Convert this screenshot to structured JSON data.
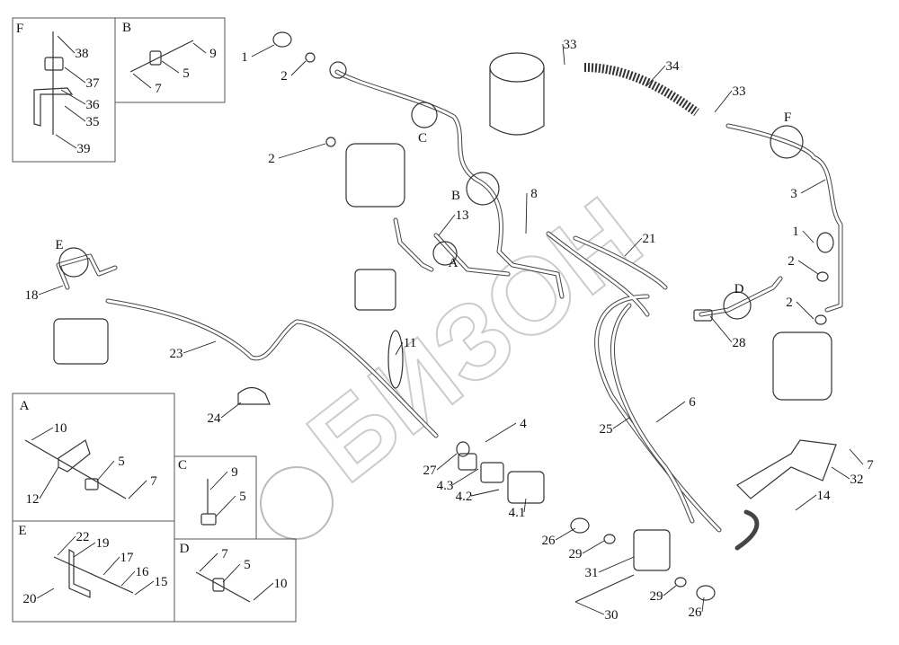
{
  "watermark": "БИЗОН",
  "detail_boxes": [
    {
      "id": "F",
      "label": "F",
      "callouts": [
        "38",
        "37",
        "36",
        "35",
        "39"
      ]
    },
    {
      "id": "B",
      "label": "B",
      "callouts": [
        "9",
        "5",
        "7"
      ]
    },
    {
      "id": "A",
      "label": "A",
      "callouts": [
        "10",
        "5",
        "7",
        "12"
      ]
    },
    {
      "id": "E",
      "label": "E",
      "callouts": [
        "22",
        "19",
        "17",
        "16",
        "15",
        "20"
      ]
    },
    {
      "id": "C",
      "label": "C",
      "callouts": [
        "9",
        "5"
      ]
    },
    {
      "id": "D",
      "label": "D",
      "callouts": [
        "7",
        "5",
        "10"
      ]
    }
  ],
  "view_markers": [
    "C",
    "B",
    "A",
    "F",
    "D",
    "E"
  ],
  "callouts": [
    "1",
    "2",
    "2",
    "8",
    "13",
    "33",
    "34",
    "33",
    "3",
    "1",
    "2",
    "2",
    "21",
    "28",
    "18",
    "23",
    "11",
    "24",
    "4",
    "27",
    "4.3",
    "4.2",
    "4.1",
    "25",
    "6",
    "7",
    "32",
    "14",
    "26",
    "29",
    "31",
    "29",
    "26",
    "30"
  ]
}
